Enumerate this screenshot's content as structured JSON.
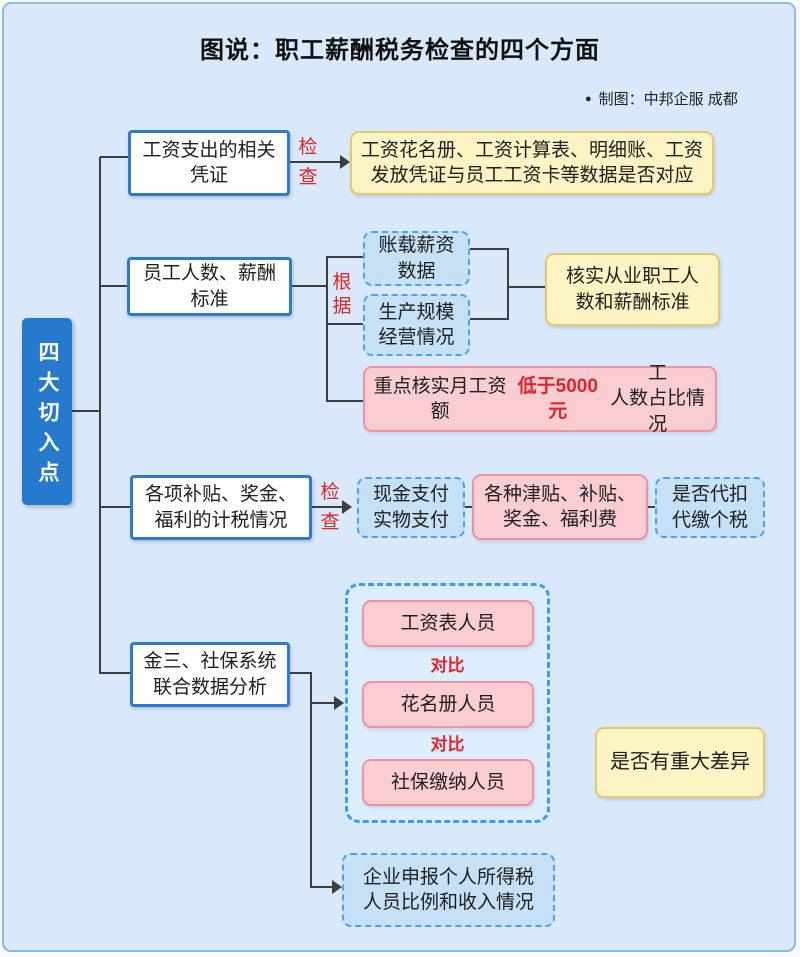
{
  "page": {
    "title": "图说：职工薪酬税务检查的四个方面",
    "credit_bullet": "●",
    "credit": "制图：中邦企服 成都"
  },
  "root": {
    "label": "四大切入点"
  },
  "branch1": {
    "node": "工资支出的相关\n凭证",
    "edge_top": "检",
    "edge_bottom": "查",
    "result": "工资花名册、工资计算表、明细账、工资\n发放凭证与员工工资卡等数据是否对应"
  },
  "branch2": {
    "node": "员工人数、薪酬\n标准",
    "edge_top": "根",
    "edge_bottom": "据",
    "basis1": "账载薪资\n数据",
    "basis2": "生产规模\n经营情况",
    "result": "核实从业职工人\n数和薪酬标准",
    "focus_pre": "重点核实月工资额",
    "focus_em": "低于5000元",
    "focus_post": "工\n人数占比情况"
  },
  "branch3": {
    "node": "各项补贴、奖金、\n福利的计税情况",
    "edge_top": "检",
    "edge_bottom": "查",
    "step1": "现金支付\n实物支付",
    "step2": "各种津贴、补贴、\n奖金、福利费",
    "step3": "是否代扣\n代缴个税"
  },
  "branch4": {
    "node": "金三、社保系统\n联合数据分析",
    "compare1": "工资表人员",
    "vs": "对比",
    "compare2": "花名册人员",
    "compare3": "社保缴纳人员",
    "result": "是否有重大差异",
    "report": "企业申报个人所得税\n人员比例和收入情况"
  },
  "colors": {
    "accent_red": "#e02428",
    "node_border_blue": "#2c7ad0",
    "root_blue": "#2679cd",
    "yellow_fill": "#fdf4c3",
    "pink_fill": "#f9cdd2",
    "dashed_blue_border": "#4da3e8",
    "panel_bg": "#d9e9fb"
  }
}
